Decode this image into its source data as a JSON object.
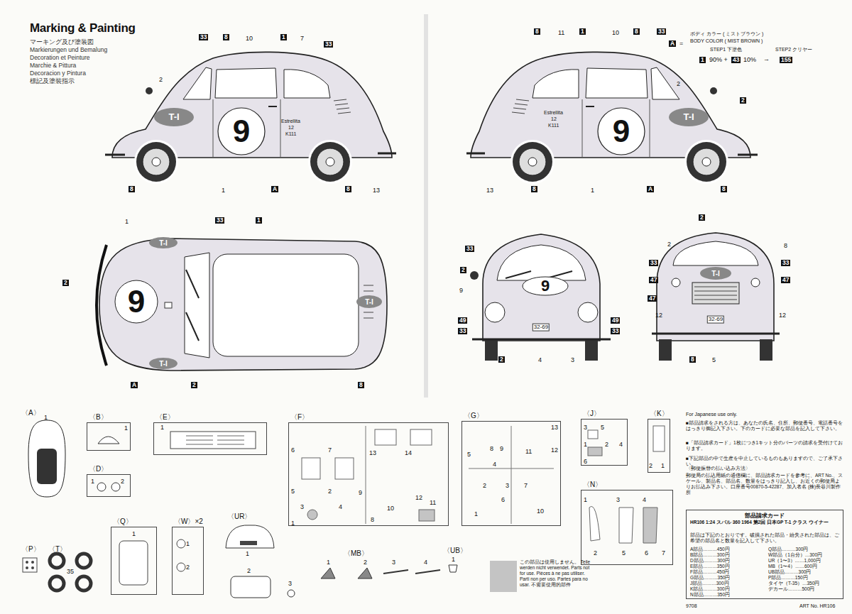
{
  "diagram": {
    "title": "Marking & Painting",
    "nodes": [
      {
        "text": [
          "〈B〉"
        ]
      },
      {
        "text": [
          "〈D〉"
        ]
      },
      {
        "text": [
          "〈E〉"
        ]
      },
      {
        "text": [
          "〈F〉"
        ]
      },
      {
        "text": [
          "〈G〉"
        ]
      },
      {
        "text": [
          "〈J〉"
        ]
      },
      {
        "text": [
          "〈K〉"
        ]
      },
      {
        "text": [
          "〈N〉"
        ]
      },
      {
        "text": [
          "〈Q〉"
        ]
      },
      {
        "text": [
          "〈W〉×2"
        ]
      },
      {
        "text": [
          "部品請求カード"
        ]
      }
    ],
    "labels": [
      "マーキング及び塗装図",
      "Markierungen und Bemalung",
      "Decoration et Peinture",
      "Marchie & Pittura",
      "Decoracion y Pintura",
      "標記及塗裝指示",
      "33",
      "8",
      "10",
      "1",
      "7",
      "33",
      "2",
      "Estrellita",
      "12",
      "K111",
      "T-I",
      "9",
      "8",
      "1",
      "A",
      "8",
      "13",
      "8",
      "11",
      "1",
      "10",
      "8",
      "33",
      "2",
      "2",
      "Estrellita",
      "12",
      "K111",
      "T-I",
      "9",
      "13",
      "8",
      "1",
      "A",
      "8",
      "1",
      "33",
      "1",
      "2",
      "A",
      "2",
      "8",
      "T-I",
      "T-I",
      "T-I",
      "9",
      "33",
      "2",
      "9",
      "49",
      "33",
      "9",
      "32-69",
      "2",
      "4",
      "3",
      "49",
      "33",
      "2",
      "2",
      "8",
      "33",
      "33",
      "47",
      "47",
      "47",
      "T-I",
      "12",
      "12",
      "32-69",
      "8",
      "5",
      "A",
      "=",
      "ボディ カラー ( ミストブラウン )",
      "BODY COLOR ( MIST BROWN )",
      "STEP1 下塗色",
      "STEP2 クリヤー",
      "1",
      "90% +",
      "43",
      "10%",
      "→",
      "155",
      "〈A〉",
      "1",
      "1",
      "1",
      "2",
      "1",
      "6",
      "7",
      "13",
      "14",
      "5",
      "2",
      "3",
      "4",
      "9",
      "10",
      "12",
      "11",
      "1",
      "8",
      "13",
      "12",
      "5",
      "8",
      "9",
      "11",
      "4",
      "3",
      "7",
      "1",
      "2",
      "6",
      "10",
      "3",
      "5",
      "1",
      "2",
      "4",
      "6",
      "2",
      "1",
      "1",
      "3",
      "4",
      "2",
      "5",
      "6",
      "7",
      "〈P〉",
      "〈T〉",
      "35",
      "1",
      "1",
      "2",
      "〈UR〉",
      "1",
      "2",
      "3",
      "〈MB〉",
      "1",
      "2",
      "3",
      "4",
      "〈UB〉",
      "1",
      "For Japanese use only.",
      "■部品請求をされる方は、あなたの氏名、住所、郵便番号、電話番号をはっきり御記入下さい。下のカードに必要な部品を記入して下さい。",
      "■「部品請求カード」1枚につき1キット分のパーツの請求を受付けております。",
      "■下記部品の中で生産を中止しているものもありますので、ご了承下さい。",
      "〈郵便振替の払い込み方法〉",
      "郵便局の払込用紙の通信欄に、部品請求カードを参考に、ART No.、スケール、製品名、部品名、数量をはっきり記入し、お近くの郵便局よりお払込み下さい。口座番号00870-5-42287、加入者名 (株)長谷川製作所",
      "HR106 1:24 スバル 360 1964 第2回 日本GP T-1 クラス ウイナー",
      "部品は下記のとおりです。破損された部品・紛失された部品は、ご希望の部品名と数量を記入して下さい。",
      "A部品………450円",
      "B部品………300円",
      "D部品………300円",
      "E部品………350円",
      "F部品………450円",
      "G部品………350円",
      "J部品………300円",
      "K部品………300円",
      "N部品………350円",
      "Q部品………300円",
      "W部品（1台分）…300円",
      "UR（1〜3）……1,000円",
      "MB（1〜4）……600円",
      "UB部品………300円",
      "P部品………150円",
      "タイヤ（T-35）…350円",
      "デカール………500円",
      "9708",
      "ART No. HR106"
    ],
    "legend": [
      {
        "text": "この部品は使用しません。 Teile werden nicht verwendet. Parts not for use. Pièces à ne pas utiliser. Parti non per uso. Partes para no usar. 不需要使用的部件",
        "color": "#c4c4c4"
      }
    ]
  }
}
